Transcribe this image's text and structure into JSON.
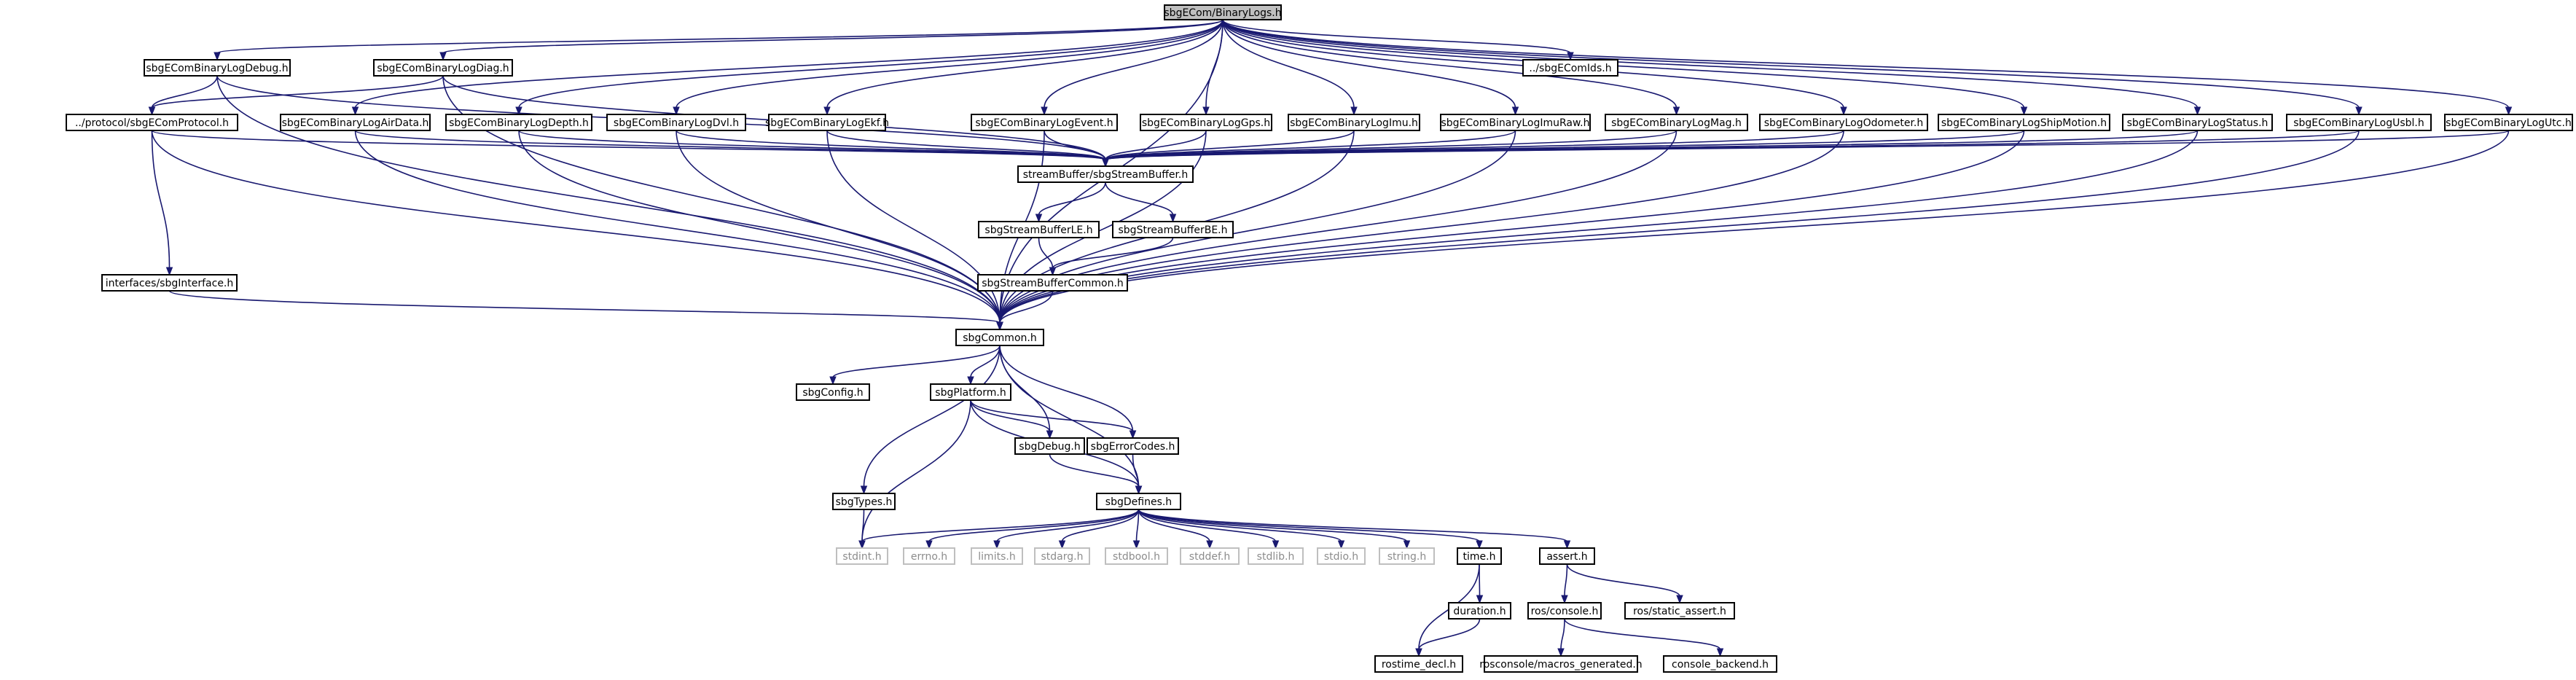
{
  "diagram": {
    "nodes": [
      {
        "id": "root",
        "label": "sbgECom/BinaryLogs.h",
        "root": true
      },
      {
        "id": "ids",
        "label": "../sbgEComIds.h"
      },
      {
        "id": "debug",
        "label": "sbgEComBinaryLogDebug.h"
      },
      {
        "id": "diag",
        "label": "sbgEComBinaryLogDiag.h"
      },
      {
        "id": "protocol",
        "label": "../protocol/sbgEComProtocol.h"
      },
      {
        "id": "airdata",
        "label": "sbgEComBinaryLogAirData.h"
      },
      {
        "id": "depth",
        "label": "sbgEComBinaryLogDepth.h"
      },
      {
        "id": "dvl",
        "label": "sbgEComBinaryLogDvl.h"
      },
      {
        "id": "ekf",
        "label": "sbgEComBinaryLogEkf.h"
      },
      {
        "id": "event",
        "label": "sbgEComBinaryLogEvent.h"
      },
      {
        "id": "gps",
        "label": "sbgEComBinaryLogGps.h"
      },
      {
        "id": "imu",
        "label": "sbgEComBinaryLogImu.h"
      },
      {
        "id": "imuraw",
        "label": "sbgEComBinaryLogImuRaw.h"
      },
      {
        "id": "mag",
        "label": "sbgEComBinaryLogMag.h"
      },
      {
        "id": "odometer",
        "label": "sbgEComBinaryLogOdometer.h"
      },
      {
        "id": "shipmotion",
        "label": "sbgEComBinaryLogShipMotion.h"
      },
      {
        "id": "status",
        "label": "sbgEComBinaryLogStatus.h"
      },
      {
        "id": "usbl",
        "label": "sbgEComBinaryLogUsbl.h"
      },
      {
        "id": "utc",
        "label": "sbgEComBinaryLogUtc.h"
      },
      {
        "id": "streambuffer",
        "label": "streamBuffer/sbgStreamBuffer.h"
      },
      {
        "id": "streamle",
        "label": "sbgStreamBufferLE.h"
      },
      {
        "id": "streambe",
        "label": "sbgStreamBufferBE.h"
      },
      {
        "id": "interface",
        "label": "interfaces/sbgInterface.h"
      },
      {
        "id": "streamcommon",
        "label": "sbgStreamBufferCommon.h"
      },
      {
        "id": "common",
        "label": "sbgCommon.h"
      },
      {
        "id": "config",
        "label": "sbgConfig.h"
      },
      {
        "id": "platform",
        "label": "sbgPlatform.h"
      },
      {
        "id": "sbgdebug",
        "label": "sbgDebug.h"
      },
      {
        "id": "errorcodes",
        "label": "sbgErrorCodes.h"
      },
      {
        "id": "types",
        "label": "sbgTypes.h"
      },
      {
        "id": "defines",
        "label": "sbgDefines.h"
      },
      {
        "id": "stdint",
        "label": "stdint.h",
        "system": true
      },
      {
        "id": "errno",
        "label": "errno.h",
        "system": true
      },
      {
        "id": "limits",
        "label": "limits.h",
        "system": true
      },
      {
        "id": "stdarg",
        "label": "stdarg.h",
        "system": true
      },
      {
        "id": "stdbool",
        "label": "stdbool.h",
        "system": true
      },
      {
        "id": "stddef",
        "label": "stddef.h",
        "system": true
      },
      {
        "id": "stdlib",
        "label": "stdlib.h",
        "system": true
      },
      {
        "id": "stdio",
        "label": "stdio.h",
        "system": true
      },
      {
        "id": "string",
        "label": "string.h",
        "system": true
      },
      {
        "id": "time",
        "label": "time.h"
      },
      {
        "id": "assert",
        "label": "assert.h"
      },
      {
        "id": "duration",
        "label": "duration.h"
      },
      {
        "id": "rosconsole",
        "label": "ros/console.h"
      },
      {
        "id": "staticassert",
        "label": "ros/static_assert.h"
      },
      {
        "id": "rostimedecl",
        "label": "rostime_decl.h"
      },
      {
        "id": "macros",
        "label": "rosconsole/macros_generated.h"
      },
      {
        "id": "backend",
        "label": "console_backend.h"
      }
    ],
    "edges": [
      [
        "root",
        "ids"
      ],
      [
        "root",
        "debug"
      ],
      [
        "root",
        "diag"
      ],
      [
        "root",
        "airdata"
      ],
      [
        "root",
        "depth"
      ],
      [
        "root",
        "dvl"
      ],
      [
        "root",
        "ekf"
      ],
      [
        "root",
        "event"
      ],
      [
        "root",
        "gps"
      ],
      [
        "root",
        "imu"
      ],
      [
        "root",
        "imuraw"
      ],
      [
        "root",
        "mag"
      ],
      [
        "root",
        "odometer"
      ],
      [
        "root",
        "shipmotion"
      ],
      [
        "root",
        "status"
      ],
      [
        "root",
        "usbl"
      ],
      [
        "root",
        "utc"
      ],
      [
        "root",
        "common"
      ],
      [
        "debug",
        "protocol"
      ],
      [
        "debug",
        "streambuffer"
      ],
      [
        "debug",
        "common"
      ],
      [
        "diag",
        "protocol"
      ],
      [
        "diag",
        "streambuffer"
      ],
      [
        "diag",
        "common"
      ],
      [
        "protocol",
        "interface"
      ],
      [
        "protocol",
        "streambuffer"
      ],
      [
        "protocol",
        "common"
      ],
      [
        "airdata",
        "streambuffer"
      ],
      [
        "airdata",
        "common"
      ],
      [
        "depth",
        "streambuffer"
      ],
      [
        "depth",
        "common"
      ],
      [
        "dvl",
        "streambuffer"
      ],
      [
        "dvl",
        "common"
      ],
      [
        "ekf",
        "streambuffer"
      ],
      [
        "ekf",
        "common"
      ],
      [
        "event",
        "streambuffer"
      ],
      [
        "event",
        "common"
      ],
      [
        "gps",
        "streambuffer"
      ],
      [
        "gps",
        "common"
      ],
      [
        "imu",
        "streambuffer"
      ],
      [
        "imu",
        "common"
      ],
      [
        "imuraw",
        "streambuffer"
      ],
      [
        "imuraw",
        "common"
      ],
      [
        "mag",
        "streambuffer"
      ],
      [
        "mag",
        "common"
      ],
      [
        "odometer",
        "streambuffer"
      ],
      [
        "odometer",
        "common"
      ],
      [
        "shipmotion",
        "streambuffer"
      ],
      [
        "shipmotion",
        "common"
      ],
      [
        "status",
        "streambuffer"
      ],
      [
        "status",
        "common"
      ],
      [
        "usbl",
        "streambuffer"
      ],
      [
        "usbl",
        "common"
      ],
      [
        "utc",
        "streambuffer"
      ],
      [
        "utc",
        "common"
      ],
      [
        "streambuffer",
        "streamle"
      ],
      [
        "streambuffer",
        "streambe"
      ],
      [
        "streamle",
        "streamcommon"
      ],
      [
        "streambe",
        "streamcommon"
      ],
      [
        "streamcommon",
        "common"
      ],
      [
        "interface",
        "common"
      ],
      [
        "common",
        "config"
      ],
      [
        "common",
        "platform"
      ],
      [
        "common",
        "sbgdebug"
      ],
      [
        "common",
        "errorcodes"
      ],
      [
        "common",
        "types"
      ],
      [
        "common",
        "defines"
      ],
      [
        "platform",
        "sbgdebug"
      ],
      [
        "platform",
        "errorcodes"
      ],
      [
        "platform",
        "defines"
      ],
      [
        "platform",
        "stdint"
      ],
      [
        "sbgdebug",
        "defines"
      ],
      [
        "errorcodes",
        "defines"
      ],
      [
        "types",
        "stdint"
      ],
      [
        "defines",
        "stdint"
      ],
      [
        "defines",
        "errno"
      ],
      [
        "defines",
        "limits"
      ],
      [
        "defines",
        "stdarg"
      ],
      [
        "defines",
        "stdbool"
      ],
      [
        "defines",
        "stddef"
      ],
      [
        "defines",
        "stdlib"
      ],
      [
        "defines",
        "stdio"
      ],
      [
        "defines",
        "string"
      ],
      [
        "defines",
        "time"
      ],
      [
        "defines",
        "assert"
      ],
      [
        "time",
        "duration"
      ],
      [
        "time",
        "rostimedecl"
      ],
      [
        "duration",
        "rostimedecl"
      ],
      [
        "assert",
        "rosconsole"
      ],
      [
        "assert",
        "staticassert"
      ],
      [
        "rosconsole",
        "macros"
      ],
      [
        "rosconsole",
        "backend"
      ]
    ]
  }
}
